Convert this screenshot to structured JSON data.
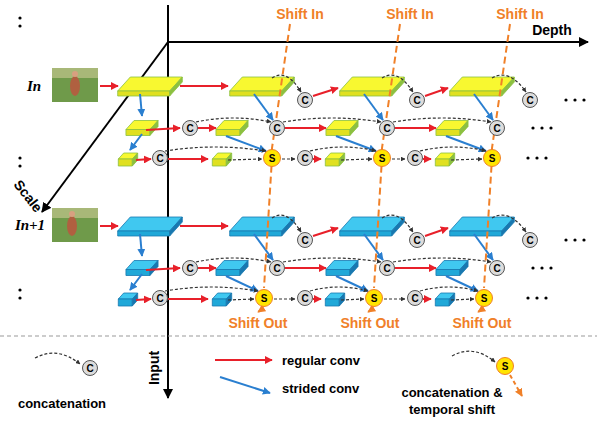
{
  "diagram": {
    "nodes": [
      {
        "text": [
          "C"
        ]
      },
      {
        "text": [
          "C"
        ]
      },
      {
        "text": [
          "C"
        ]
      },
      {
        "text": [
          "C"
        ]
      },
      {
        "text": [
          "C"
        ]
      },
      {
        "text": [
          "C"
        ]
      },
      {
        "text": [
          "C"
        ]
      },
      {
        "text": [
          "C"
        ]
      },
      {
        "text": [
          "S"
        ]
      },
      {
        "text": [
          "C"
        ]
      },
      {
        "text": [
          "S"
        ]
      },
      {
        "text": [
          "C"
        ]
      },
      {
        "text": [
          "S"
        ]
      },
      {
        "text": [
          "C"
        ]
      },
      {
        "text": [
          "C"
        ]
      },
      {
        "text": [
          "C"
        ]
      },
      {
        "text": [
          "C"
        ]
      },
      {
        "text": [
          "C"
        ]
      },
      {
        "text": [
          "C"
        ]
      },
      {
        "text": [
          "C"
        ]
      },
      {
        "text": [
          "C"
        ]
      },
      {
        "text": [
          "S"
        ]
      },
      {
        "text": [
          "C"
        ]
      },
      {
        "text": [
          "S"
        ]
      },
      {
        "text": [
          "C"
        ]
      },
      {
        "text": [
          "S"
        ]
      },
      {
        "text": [
          "C"
        ]
      },
      {
        "text": [
          "S"
        ]
      }
    ],
    "labels": [
      "Shift In",
      "Shift In",
      "Shift In",
      "Depth",
      "In",
      "Scale",
      "In+1",
      "Shift Out",
      "Shift Out",
      "Shift Out",
      "Input"
    ],
    "legend": [
      {
        "text": "concatenation"
      },
      {
        "text": "regular conv"
      },
      {
        "text": "strided conv"
      },
      {
        "text": "concatenation & temporal shift"
      }
    ]
  }
}
